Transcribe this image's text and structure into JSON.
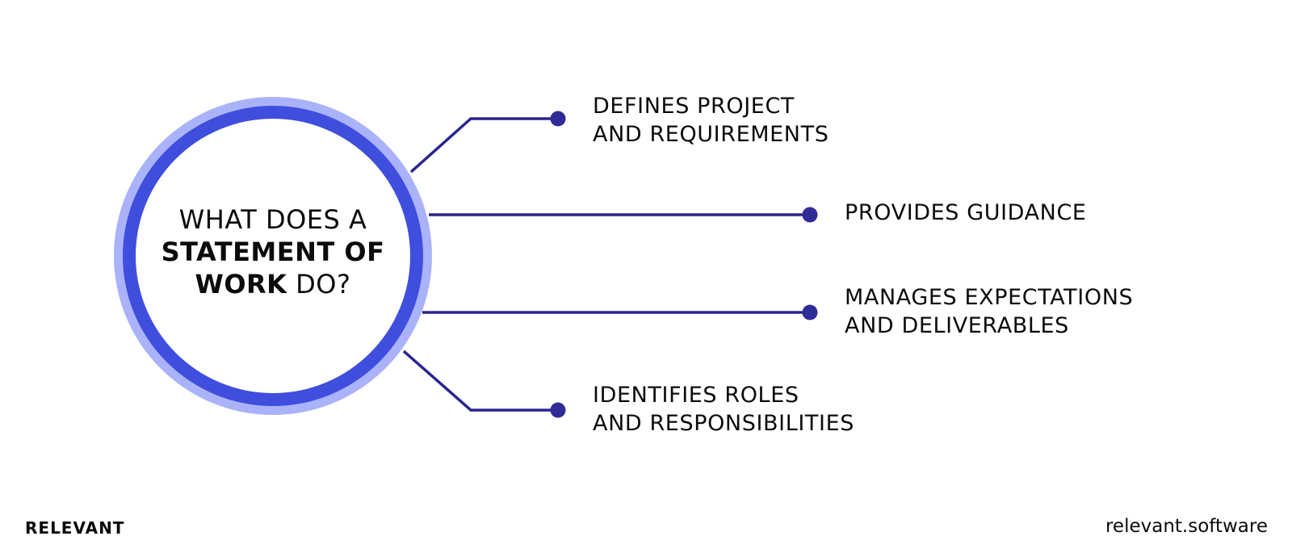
{
  "center": {
    "line1": "WHAT DOES A",
    "line2": "STATEMENT OF",
    "line3_bold": "WORK",
    "line3_rest": " DO?"
  },
  "branches": [
    {
      "line1": "DEFINES PROJECT",
      "line2": "AND REQUIREMENTS"
    },
    {
      "line1": "PROVIDES GUIDANCE"
    },
    {
      "line1": "MANAGES EXPECTATIONS",
      "line2": "AND DELIVERABLES"
    },
    {
      "line1": "IDENTIFIES ROLES",
      "line2": "AND RESPONSIBILITIES"
    }
  ],
  "footer": {
    "brand": "RELEVANT",
    "site": "relevant.software"
  },
  "colors": {
    "ring_outer": "#aab2f9",
    "ring_inner": "#3f4edd",
    "connector": "#2a2590",
    "dot": "#2f2c98"
  }
}
